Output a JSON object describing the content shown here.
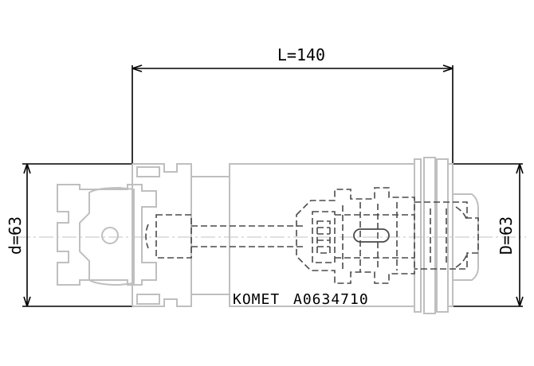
{
  "dimensions": {
    "length_label": "L=140",
    "small_diameter_label": "d=63",
    "large_diameter_label": "D=63"
  },
  "part_marking": {
    "brand": "KOMET",
    "part_number": "A0634710"
  }
}
